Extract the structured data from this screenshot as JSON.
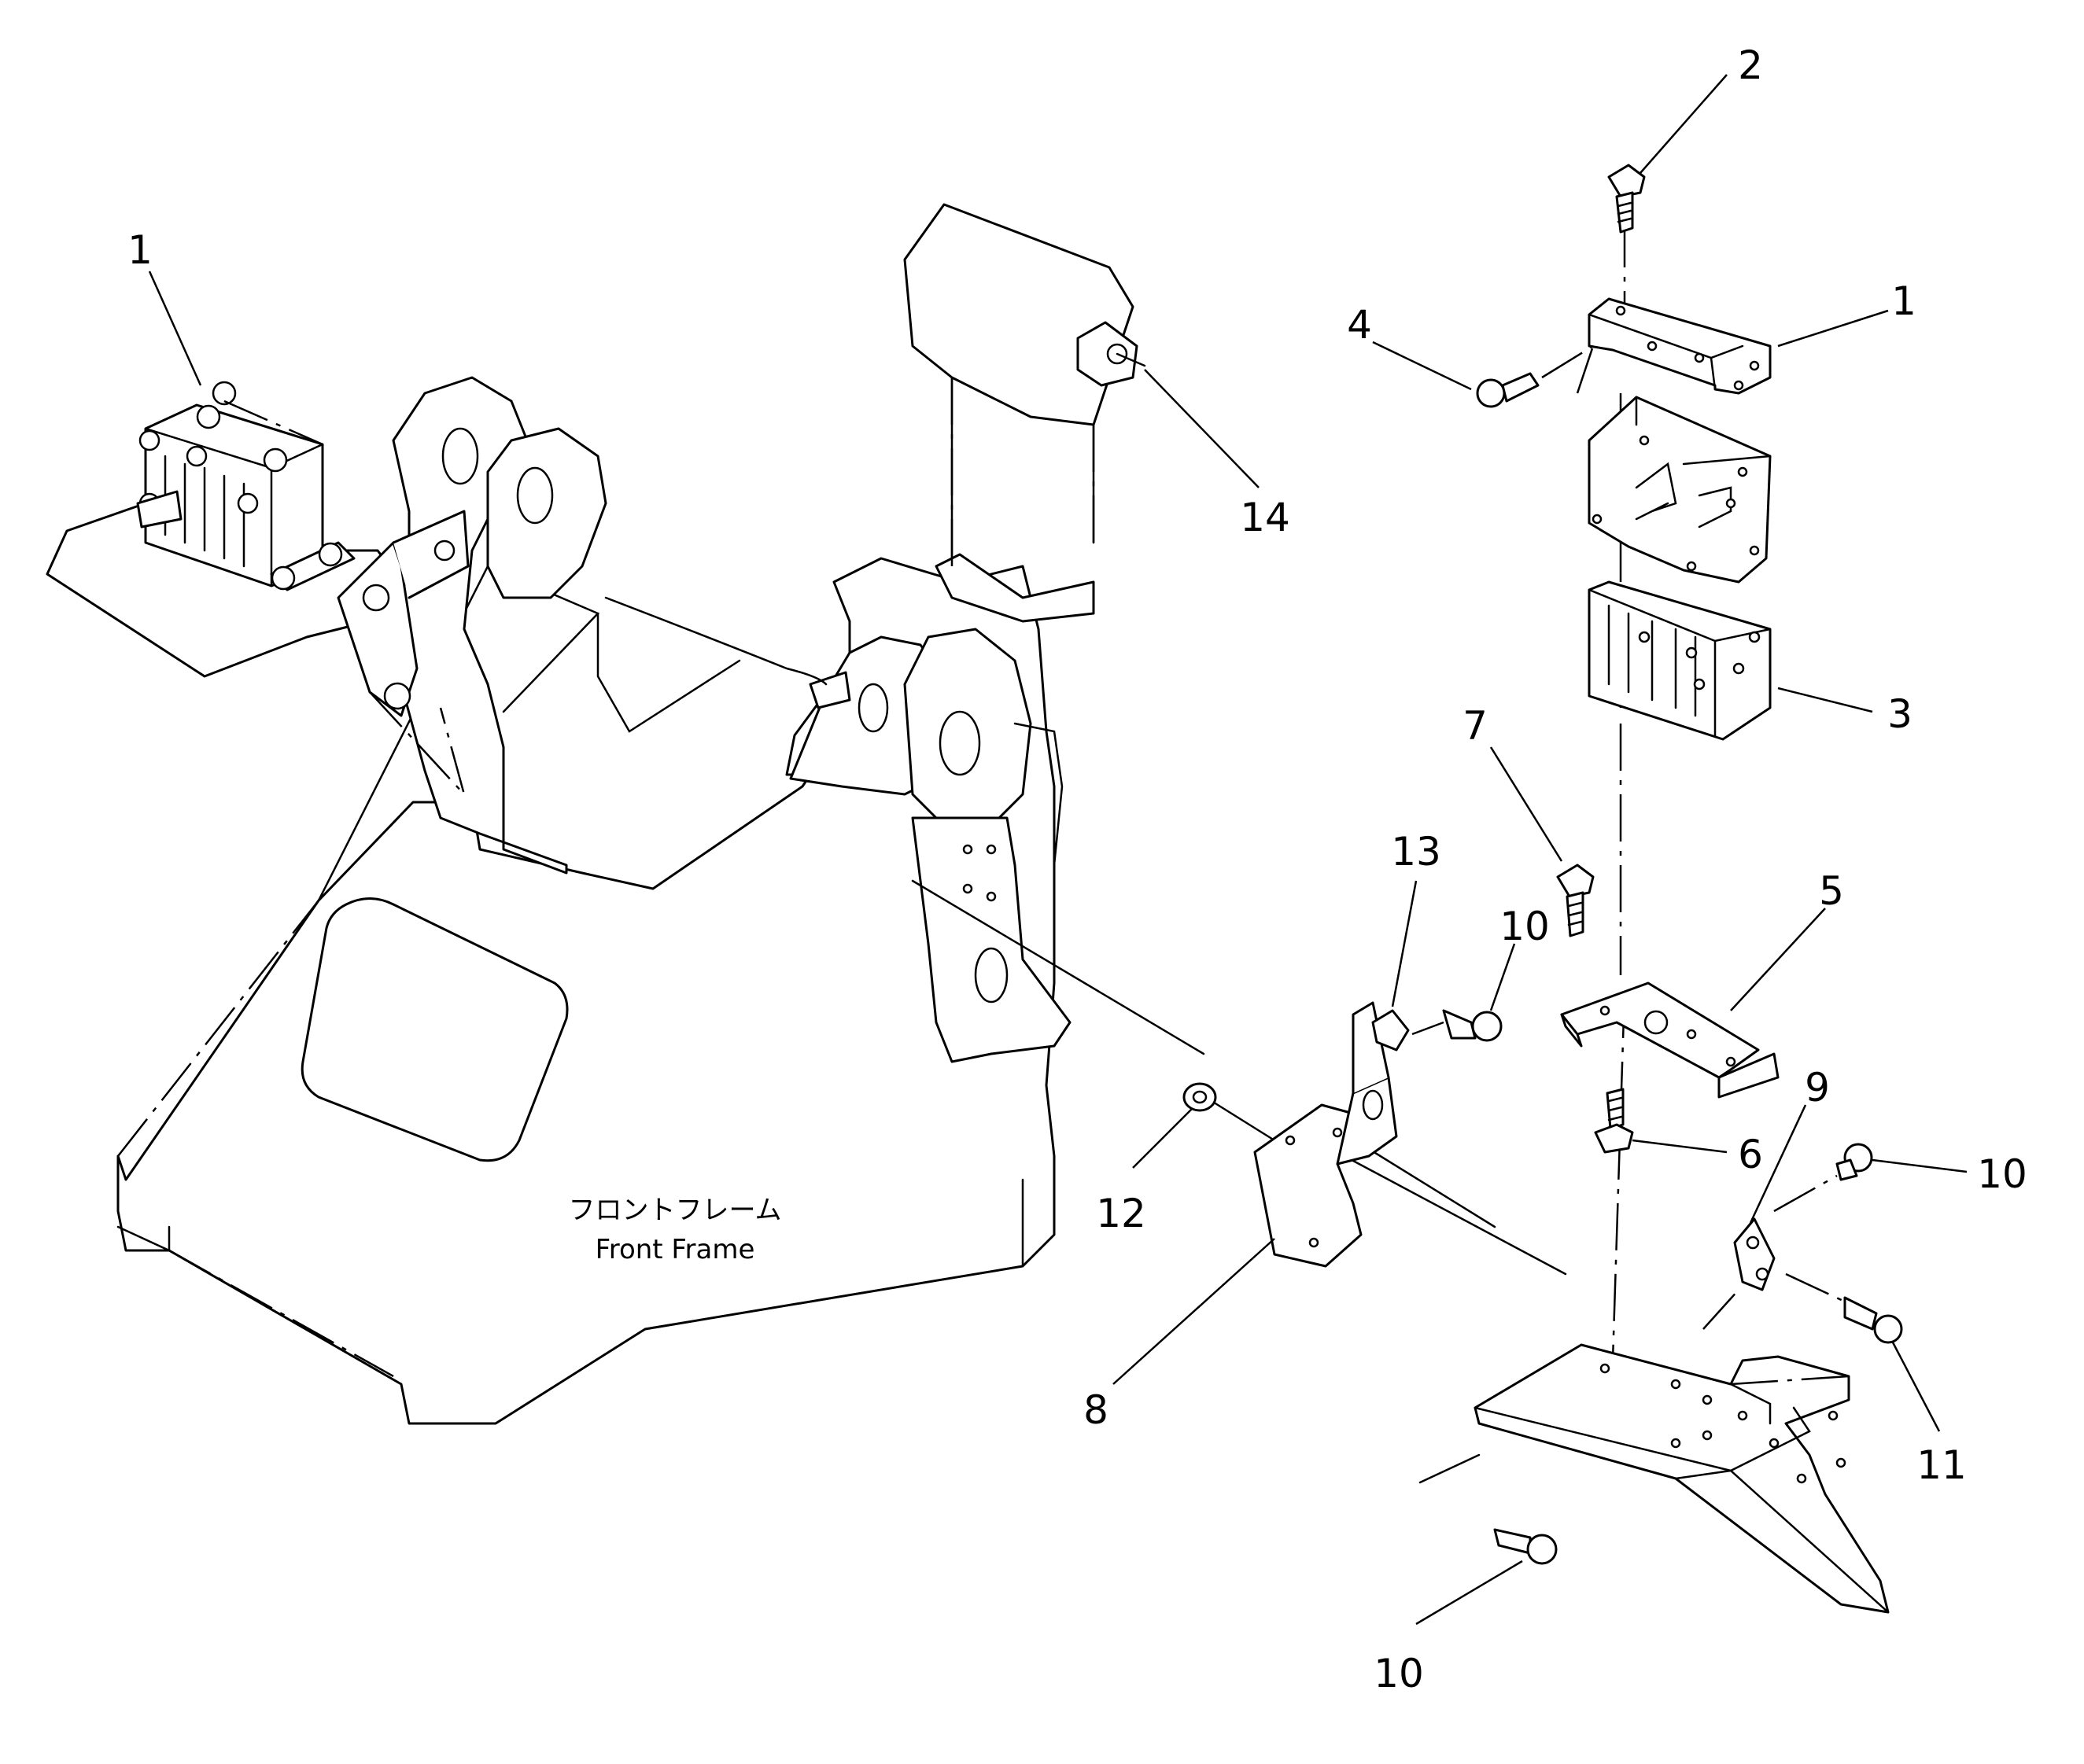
{
  "frame_label": {
    "japanese": "フロントフレーム",
    "english": "Front Frame"
  },
  "callouts": {
    "c1_left": "1",
    "c2": "2",
    "c1_right": "1",
    "c4": "4",
    "c14": "14",
    "c3": "3",
    "c7": "7",
    "c13": "13",
    "c10_upper": "10",
    "c5": "5",
    "c12": "12",
    "c6": "6",
    "c9": "9",
    "c10_right": "10",
    "c8": "8",
    "c11": "11",
    "c10_bottom": "10"
  },
  "style": {
    "line_color": "#000000",
    "background": "#ffffff"
  }
}
